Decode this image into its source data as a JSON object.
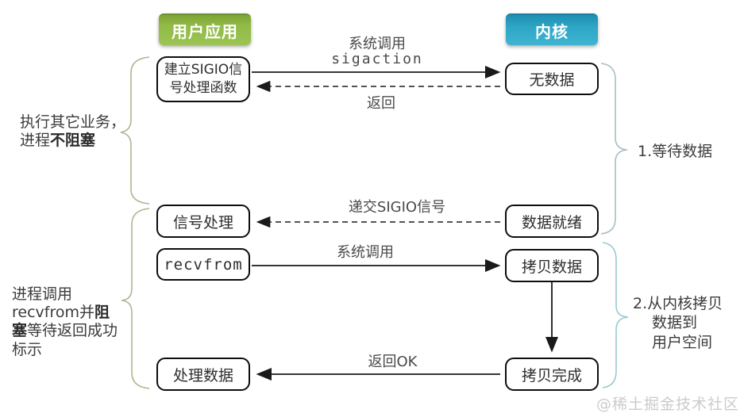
{
  "headers": {
    "user_app": "用户应用",
    "kernel": "内核"
  },
  "user_boxes": {
    "setup_sigio_line1": "建立SIGIO信",
    "setup_sigio_line2": "号处理函数",
    "signal_handler": "信号处理",
    "recvfrom": "recvfrom",
    "process_data": "处理数据"
  },
  "kernel_boxes": {
    "no_data": "无数据",
    "data_ready": "数据就绪",
    "copy_data": "拷贝数据",
    "copy_done": "拷贝完成"
  },
  "arrow_labels": {
    "syscall_sigaction_line1": "系统调用",
    "syscall_sigaction_line2": "sigaction",
    "return1": "返回",
    "deliver_sigio": "递交SIGIO信号",
    "syscall_recvfrom": "系统调用",
    "return_ok": "返回OK"
  },
  "annotations": {
    "left1_line1": "执行其它业务，",
    "left1_line2_normal": "进程",
    "left1_line2_bold": "不阻塞",
    "left2_line1": "进程调用",
    "left2_line2_normal": "recvfrom并",
    "left2_line2_bold": "阻",
    "left2_line3_bold": "塞",
    "left2_line3_normal": "等待返回成功",
    "left2_line4": "标示",
    "right1": "1.等待数据",
    "right2_line1": "2.从内核拷贝",
    "right2_line2": "数据到",
    "right2_line3": "用户空间"
  },
  "watermark": "@稀土掘金技术社区",
  "colors": {
    "user_app_header": "#92ba47",
    "kernel_header": "#2fa6c6",
    "box_border": "#0d0d0d",
    "arrow": "#1a1a1a",
    "left_brace": "#b5b390",
    "right_brace_1": "#a7bec4",
    "right_brace_2": "#9bc9d1",
    "watermark": "#cbcbcb"
  }
}
